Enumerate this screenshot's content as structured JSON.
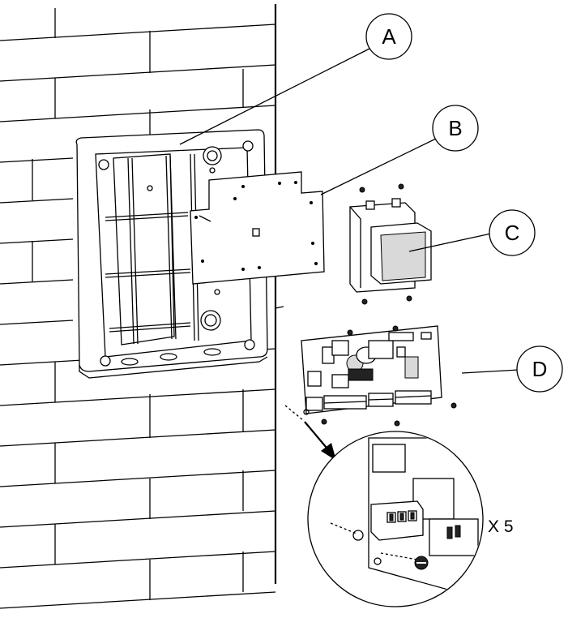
{
  "callouts": {
    "a": "A",
    "b": "B",
    "c": "C",
    "d": "D"
  },
  "detail": {
    "quantity": "X 5"
  },
  "colors": {
    "line": "#000000",
    "background": "#ffffff",
    "shade": "#d9d9d9"
  }
}
